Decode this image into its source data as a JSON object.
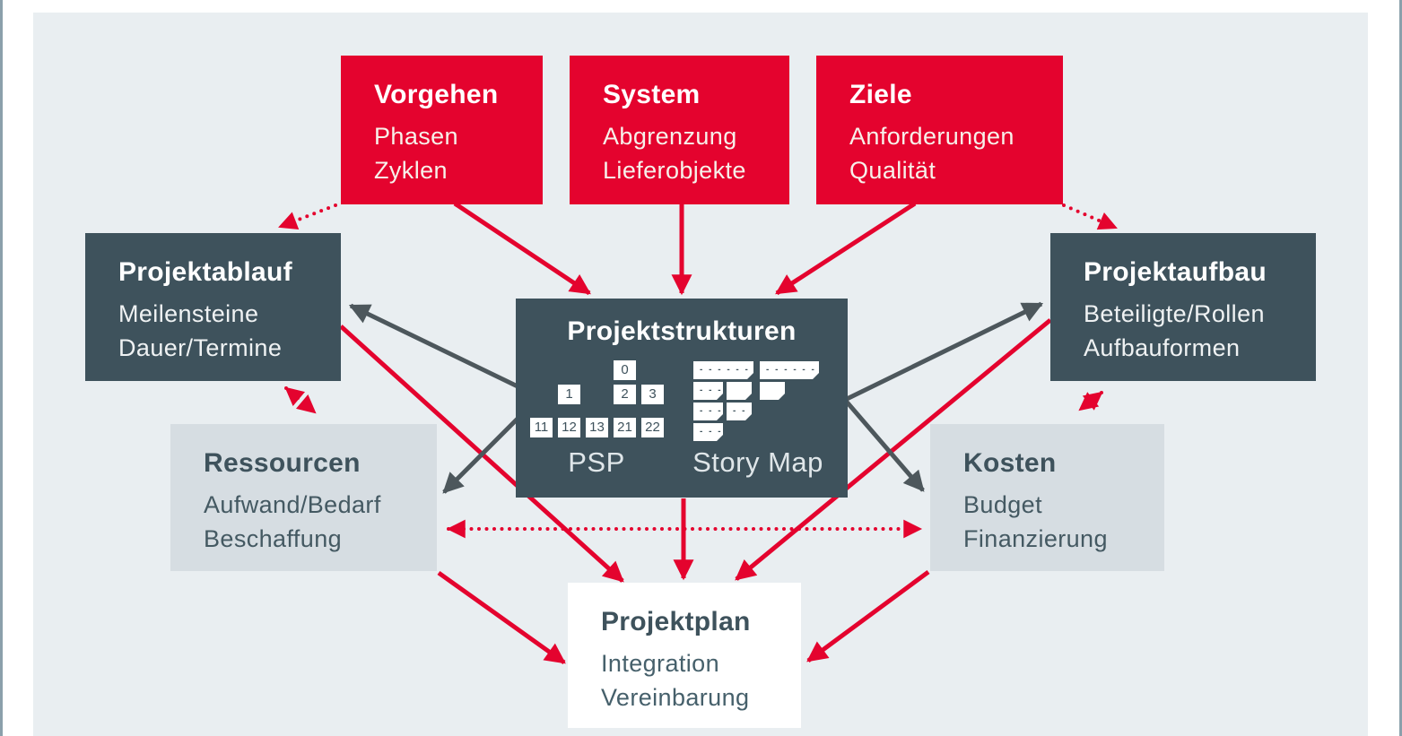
{
  "colors": {
    "red": "#e4032e",
    "dark_slate": "#3e525c",
    "light_box": "#d6dde2",
    "panel_background": "#e9eef1",
    "dark_arrow": "#4d575c",
    "page_border": "#8ba0ab",
    "white": "#ffffff"
  },
  "boxes": {
    "vorgehen": {
      "title": "Vorgehen",
      "line1": "Phasen",
      "line2": "Zyklen"
    },
    "system": {
      "title": "System",
      "line1": "Abgrenzung",
      "line2": "Lieferobjekte"
    },
    "ziele": {
      "title": "Ziele",
      "line1": "Anforderungen",
      "line2": "Qualität"
    },
    "projektablauf": {
      "title": "Projektablauf",
      "line1": "Meilensteine",
      "line2": "Dauer/Termine"
    },
    "projektaufbau": {
      "title": "Projektaufbau",
      "line1": "Beteiligte/Rollen",
      "line2": "Aufbauformen"
    },
    "projektstrukturen": {
      "title": "Projektstrukturen",
      "psp_label": "PSP",
      "storymap_label": "Story Map",
      "psp_root": "0",
      "psp_level1": [
        "1",
        "2",
        "3"
      ],
      "psp_level2": [
        "11",
        "12",
        "13",
        "21",
        "22"
      ],
      "card_dash_wide": "- - - - - -",
      "card_dash_small": "- - -"
    },
    "ressourcen": {
      "title": "Ressourcen",
      "line1": "Aufwand/Bedarf",
      "line2": "Beschaffung"
    },
    "kosten": {
      "title": "Kosten",
      "line1": "Budget",
      "line2": "Finanzierung"
    },
    "projektplan": {
      "title": "Projektplan",
      "line1": "Integration",
      "line2": "Vereinbarung"
    }
  }
}
